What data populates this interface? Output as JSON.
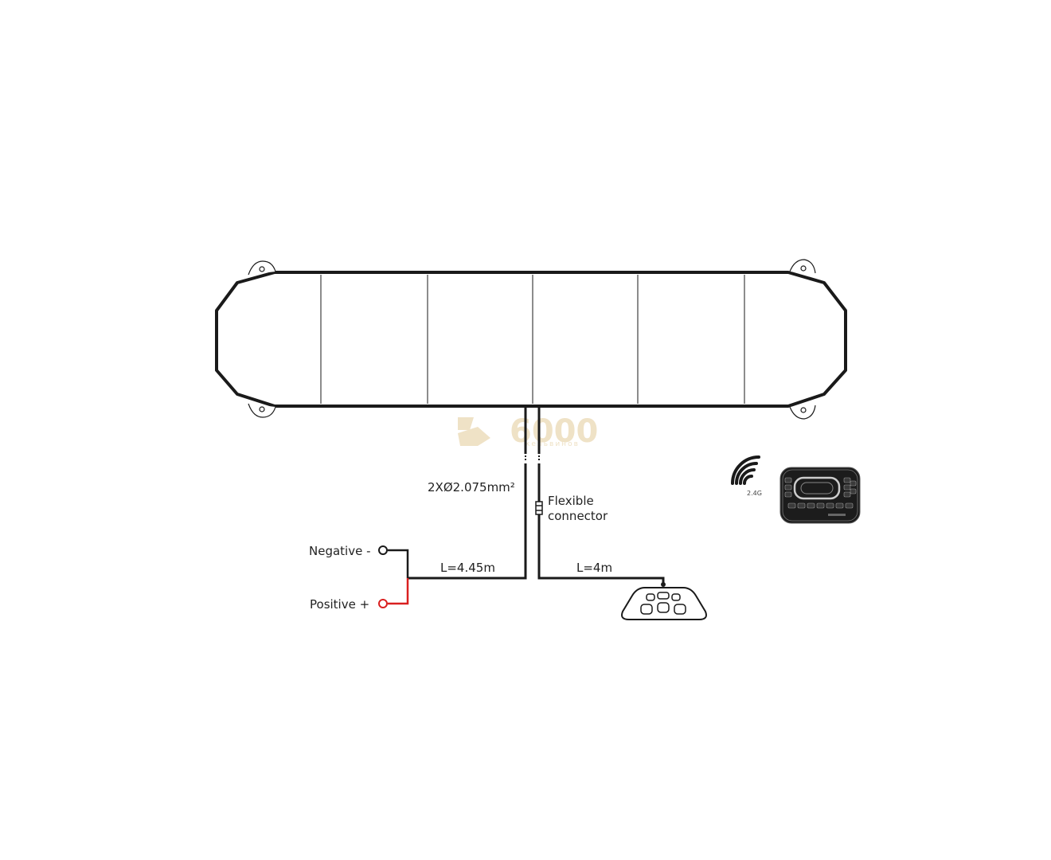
{
  "diagram": {
    "cable_spec": "2XØ2.075mm²",
    "flexible_connector_line1": "Flexible",
    "flexible_connector_line2": "connector",
    "negative_label": "Negative -",
    "positive_label": "Positive +",
    "power_cable_length": "L=4.45m",
    "control_cable_length": "L=4m",
    "wireless_band": "2.4G"
  },
  "watermark": {
    "digits": "6000",
    "subtitle": "кельвинов"
  },
  "colors": {
    "line": "#1a1a1a",
    "positive_wire": "#d92020",
    "remote_body": "#1c1c1c",
    "watermark": "#efe2c6"
  }
}
